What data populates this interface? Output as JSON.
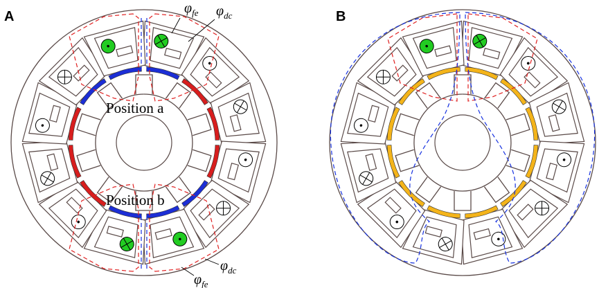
{
  "panels": [
    {
      "id": "A",
      "label": "A",
      "position_labels": [
        "Position a",
        "Position b"
      ],
      "flux_labels": {
        "top": [
          {
            "sym": "φ",
            "sub": "fe"
          },
          {
            "sym": "φ",
            "sub": "dc"
          }
        ],
        "bottom": [
          {
            "sym": "φ",
            "sub": "dc"
          },
          {
            "sym": "φ",
            "sub": "fe"
          }
        ]
      }
    },
    {
      "id": "B",
      "label": "B"
    }
  ],
  "colors": {
    "stator_outline": "#5a4a48",
    "magnet_red": "#d81e1e",
    "magnet_blue": "#1c2ed6",
    "magnet_orange": "#f4b41a",
    "coil_green": "#22cc22",
    "flux_red": "#e02020",
    "flux_blue": "#1530e0"
  }
}
